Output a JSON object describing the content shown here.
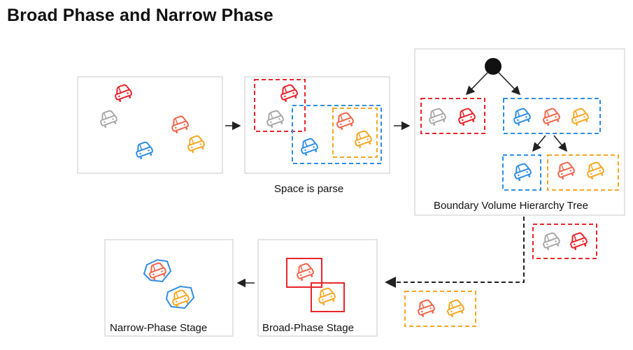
{
  "page": {
    "title": "Broad Phase and Narrow Phase"
  },
  "panels": {
    "space": {
      "label": "Space is parse"
    },
    "bvh": {
      "label": "Boundary Volume Hierarchy Tree"
    },
    "broad": {
      "label": "Broad-Phase Stage"
    },
    "narrow": {
      "label": "Narrow-Phase Stage"
    }
  },
  "colors": {
    "red": "#e8242b",
    "salmon": "#f0654a",
    "gray": "#a8a8a8",
    "blue": "#2f8de4",
    "orange": "#f5a623",
    "frame": "#c8c8c8",
    "arrow": "#222222"
  }
}
